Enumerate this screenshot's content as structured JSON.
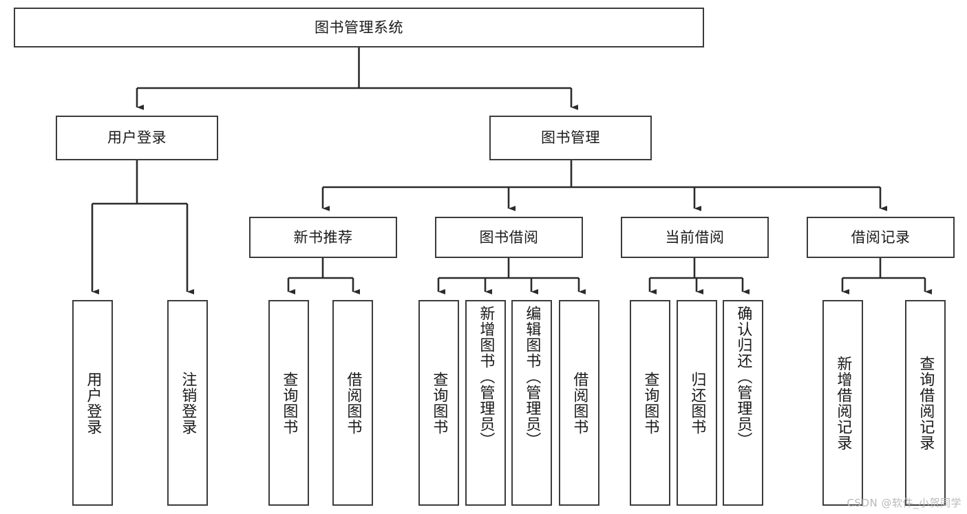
{
  "diagram": {
    "type": "tree",
    "title": "图书管理系统",
    "watermark": "CSDN @软件_小贺同学",
    "colors": {
      "box_border": "#3b3b3b",
      "box_fill": "#ffffff",
      "connector": "#2b2b2b",
      "text": "#1a1a1a",
      "watermark": "#b9b9b9"
    },
    "nodes": {
      "root": {
        "label": "图书管理系统"
      },
      "level2": [
        {
          "label": "用户登录"
        },
        {
          "label": "图书管理"
        }
      ],
      "level3": [
        {
          "label": "新书推荐"
        },
        {
          "label": "图书借阅"
        },
        {
          "label": "当前借阅"
        },
        {
          "label": "借阅记录"
        }
      ],
      "leaves": {
        "user_login": [
          {
            "label": "用户登录"
          },
          {
            "label": "注销登录"
          }
        ],
        "new_book_recommend": [
          {
            "label": "查询图书"
          },
          {
            "label": "借阅图书"
          }
        ],
        "book_borrow": [
          {
            "label": "查询图书"
          },
          {
            "label": "新增图书（管理员）"
          },
          {
            "label": "编辑图书（管理员）"
          },
          {
            "label": "借阅图书"
          }
        ],
        "current_borrow": [
          {
            "label": "查询图书"
          },
          {
            "label": "归还图书"
          },
          {
            "label": "确认归还（管理员）"
          }
        ],
        "borrow_record": [
          {
            "label": "新增借阅记录"
          },
          {
            "label": "查询借阅记录"
          }
        ]
      }
    }
  }
}
